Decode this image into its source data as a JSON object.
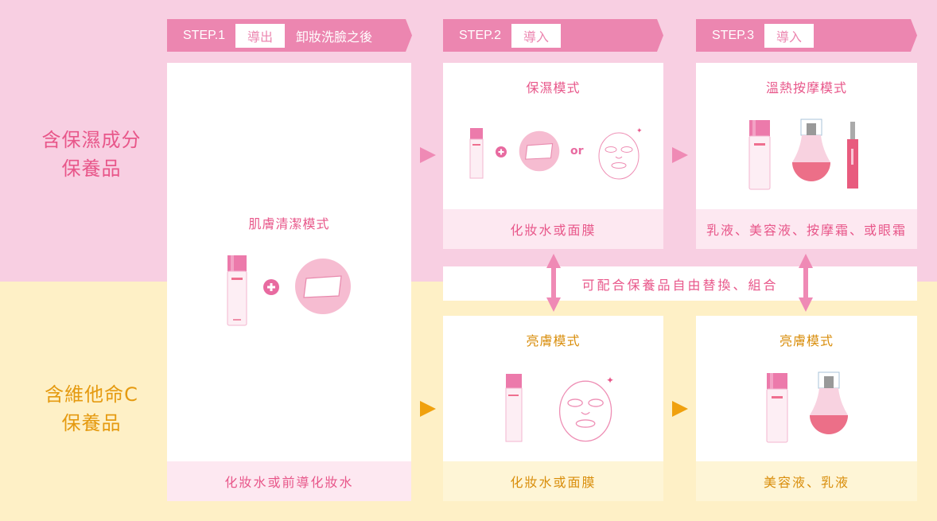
{
  "colors": {
    "pink_band": "#f8cfe2",
    "yellow_band": "#fef0c6",
    "accent_pink": "#ec86b0",
    "text_pink": "#e8578a",
    "text_yellow": "#d98e0c",
    "arrow_yellow": "#f0a10e"
  },
  "rows": {
    "moisture": {
      "line1": "含保濕成分",
      "line2": "保養品"
    },
    "vitamin_c": {
      "line1": "含維他命C",
      "line2": "保養品"
    }
  },
  "steps": [
    {
      "num": "STEP.1",
      "tag": "導出",
      "desc": "卸妝洗臉之後"
    },
    {
      "num": "STEP.2",
      "tag": "導入",
      "desc": ""
    },
    {
      "num": "STEP.3",
      "tag": "導入",
      "desc": ""
    }
  ],
  "cards": {
    "cleansing": {
      "title": "肌膚清潔模式",
      "footer": "化妝水或前導化妝水"
    },
    "moisture_step2": {
      "title": "保濕模式",
      "or_text": "or",
      "footer": "化妝水或面膜"
    },
    "moisture_step3": {
      "title": "溫熱按摩模式",
      "footer": "乳液、美容液、按摩霜、或眼霜"
    },
    "brightening_step2": {
      "title": "亮膚模式",
      "footer": "化妝水或面膜"
    },
    "brightening_step3": {
      "title": "亮膚模式",
      "footer": "美容液、乳液"
    }
  },
  "swap_note": "可配合保養品自由替換、組合",
  "icons": [
    "bottle-icon",
    "plus-icon",
    "cotton-pad-icon",
    "face-mask-icon",
    "sparkle-icon",
    "serum-bottle-icon",
    "eye-cream-tube-icon",
    "arrow-right-icon",
    "double-arrow-icon"
  ]
}
